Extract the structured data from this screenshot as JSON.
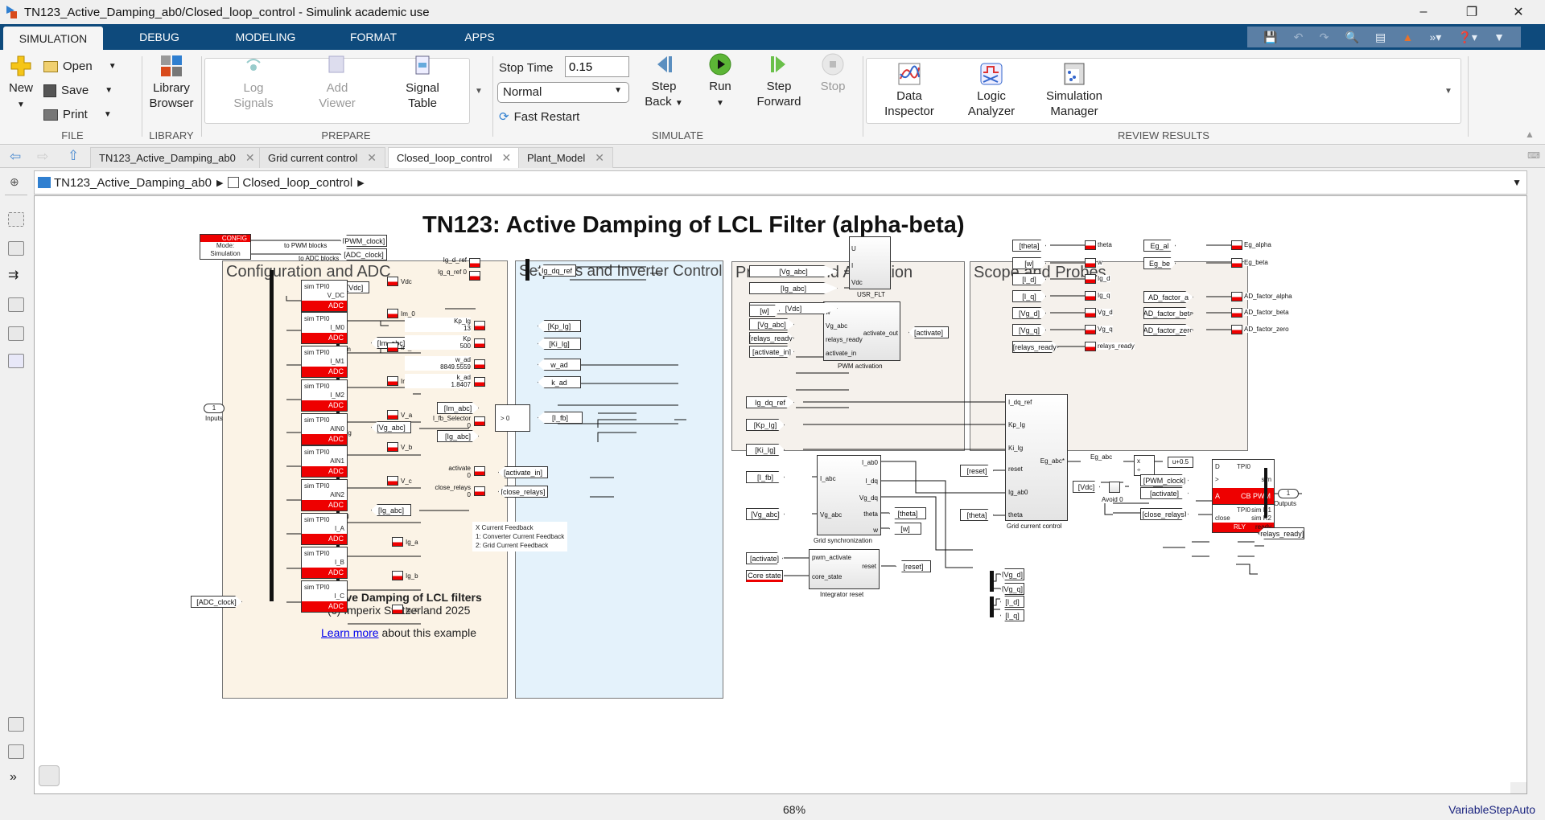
{
  "window": {
    "title": "TN123_Active_Damping_ab0/Closed_loop_control - Simulink academic use",
    "controls": [
      "minimize",
      "restore",
      "close"
    ]
  },
  "ribbon_tabs": [
    {
      "label": "SIMULATION",
      "active": true
    },
    {
      "label": "DEBUG"
    },
    {
      "label": "MODELING"
    },
    {
      "label": "FORMAT"
    },
    {
      "label": "APPS"
    }
  ],
  "quick_access": [
    "save-icon",
    "undo-icon",
    "redo-icon",
    "search-icon",
    "find-icon",
    "matlab-icon",
    "shortcuts-icon",
    "help-icon",
    "minimize-ribbon-icon"
  ],
  "ribbon": {
    "file": {
      "group_label": "FILE",
      "new": "New",
      "open": "Open",
      "save": "Save",
      "print": "Print"
    },
    "library": {
      "group_label": "LIBRARY",
      "browser_line1": "Library",
      "browser_line2": "Browser"
    },
    "prepare": {
      "group_label": "PREPARE",
      "log1": "Log",
      "log2": "Signals",
      "add1": "Add",
      "add2": "Viewer",
      "sig1": "Signal",
      "sig2": "Table"
    },
    "simulate": {
      "group_label": "SIMULATE",
      "stop_time_label": "Stop Time",
      "stop_time_value": "0.15",
      "mode": "Normal",
      "fast_restart": "Fast Restart",
      "step_back1": "Step",
      "step_back2": "Back",
      "run": "Run",
      "step_fwd1": "Step",
      "step_fwd2": "Forward",
      "stop": "Stop"
    },
    "review": {
      "group_label": "REVIEW RESULTS",
      "di1": "Data",
      "di2": "Inspector",
      "la1": "Logic",
      "la2": "Analyzer",
      "sm1": "Simulation",
      "sm2": "Manager"
    }
  },
  "doc_tabs": [
    {
      "label": "TN123_Active_Damping_ab0"
    },
    {
      "label": "Grid current control"
    },
    {
      "label": "Closed_loop_control",
      "active": true
    },
    {
      "label": "Plant_Model"
    }
  ],
  "breadcrumb": [
    {
      "label": "TN123_Active_Damping_ab0"
    },
    {
      "label": "Closed_loop_control"
    }
  ],
  "diagram": {
    "title": "TN123: Active Damping of LCL Filter (alpha-beta)",
    "areas": {
      "config": "Configuration and ADC",
      "setpoints": "Setpoints and Inverter Control",
      "protection": "Protection and Activation",
      "scope": "Scope and Probes"
    },
    "config_block": {
      "header": "CONFIG",
      "line1": "Mode:",
      "line2": "Simulation",
      "to_pwm": "to PWM blocks",
      "to_adc": "to ADC blocks",
      "pwm_tag": "[PWM_clock]",
      "adc_tag": "[ADC_clock]"
    },
    "inport": {
      "num": "1",
      "label": "Inputs"
    },
    "adc_clock_from": "[ADC_clock]",
    "adc_blocks": [
      {
        "top": "sim TPI0",
        "ch": "V_DC",
        "scope": "Vdc"
      },
      {
        "top": "sim TPI0",
        "ch": "I_M0",
        "scope": "Im_0"
      },
      {
        "top": "sim TPI0",
        "ch": "I_M1",
        "scope": "Im_1"
      },
      {
        "top": "sim TPI0",
        "ch": "I_M2",
        "scope": "Im_2"
      },
      {
        "top": "sim TPI0",
        "ch": "AIN0",
        "scope": "V_a"
      },
      {
        "top": "sim TPI0",
        "ch": "AIN1",
        "scope": "V_b"
      },
      {
        "top": "sim TPI0",
        "ch": "AIN2",
        "scope": "V_c"
      },
      {
        "top": "sim TPI0",
        "ch": "I_A",
        "scope": "Ig_a"
      },
      {
        "top": "sim TPI0",
        "ch": "I_B",
        "scope": "Ig_b"
      },
      {
        "top": "sim TPI0",
        "ch": "I_C",
        "scope": "Ig_c"
      }
    ],
    "adc_footer": "ADC",
    "adc_goto": {
      "vdc": "[Vdc]",
      "im": "[Im_abc]",
      "im_lbl": "Im",
      "vg": "[Vg_abc]",
      "vg_lbl": "Vg",
      "ig": "[Ig_abc]",
      "ig_lbl": "Ig"
    },
    "setpoints": {
      "ig_d_ref": {
        "name": "Ig_d_ref",
        "value": "0"
      },
      "ig_q_ref": {
        "name": "Ig_q_ref",
        "value": "0"
      },
      "ig_dq_tag": "Ig_dq_ref",
      "kp": {
        "name": "Kp_Ig",
        "value": "13",
        "tag": "[Kp_Ig]"
      },
      "ki": {
        "name": "Kp",
        "value": "500",
        "tag": "[Ki_Ig]"
      },
      "w_ad": {
        "name": "w_ad",
        "value": "8849.5559",
        "tag": "w_ad"
      },
      "k_ad": {
        "name": "k_ad",
        "value": "1.8407",
        "tag": "k_ad"
      },
      "im_from": "[Im_abc]",
      "sel": {
        "name": "I_fb_Selector",
        "value": "0"
      },
      "ig_from": "[Ig_abc]",
      "switch_label": "> 0",
      "ifb_tag": "[I_fb]",
      "activate": {
        "name": "activate",
        "value": "0",
        "tag": "[activate_in]"
      },
      "close_relays": {
        "name": "close_relays",
        "value": "0",
        "tag": "[close_relays]"
      },
      "note": [
        "X Current Feedback",
        "1: Converter Current Feedback",
        "2: Grid Current Feedback"
      ]
    },
    "protection": {
      "usr_inputs": [
        "[Vg_abc]",
        "[Ig_abc]",
        "[Vdc]"
      ],
      "usr_ports": [
        "U",
        "I",
        "Vdc"
      ],
      "usr_name": "USR_FLT",
      "pwm_inputs": [
        "[w]",
        "[Vg_abc]",
        "[relays_ready]",
        "[activate_in]"
      ],
      "pwm_ports": [
        "w",
        "Vg_abc",
        "relays_ready",
        "activate_in"
      ],
      "pwm_out": "activate_out",
      "pwm_tag": "[activate]",
      "pwm_name": "PWM activation"
    },
    "scope_probes": {
      "left": [
        {
          "from": "[theta]",
          "scope": "theta"
        },
        {
          "from": "[w]",
          "scope": "w"
        },
        {
          "from": "[I_d]",
          "scope": "Ig_d"
        },
        {
          "from": "[I_q]",
          "scope": "Ig_q"
        },
        {
          "from": "[Vg_d]",
          "scope": "Vg_d"
        },
        {
          "from": "[Vg_q]",
          "scope": "Vg_q"
        },
        {
          "from": "[relays_ready]",
          "scope": "relays_ready"
        }
      ],
      "right": [
        {
          "from": "Eg_al",
          "scope": "Eg_alpha"
        },
        {
          "from": "Eg_be",
          "scope": "Eg_beta"
        },
        {
          "from": "AD_factor_a",
          "scope": "AD_factor_alpha"
        },
        {
          "from": "AD_factor_beta",
          "scope": "AD_factor_beta"
        },
        {
          "from": "AD_factor_zero",
          "scope": "AD_factor_zero"
        }
      ]
    },
    "control": {
      "froms": [
        "Ig_dq_ref",
        "[Kp_Ig]",
        "[Ki_Ig]",
        "[I_fb]",
        "[Vg_abc]"
      ],
      "sync_in": [
        "I_abc",
        "Vg_abc"
      ],
      "sync_out": [
        "I_ab0",
        "I_dq",
        "Vg_dq",
        "theta",
        "w"
      ],
      "sync_name": "Grid synchronization",
      "sync_tags": [
        "[theta]",
        "[w]"
      ],
      "gcc_in": [
        "I_dq_ref",
        "Kp_Ig",
        "Ki_Ig",
        "reset",
        "Ig_ab0",
        "theta"
      ],
      "gcc_out": "Eg_abc*",
      "gcc_name": "Grid current control",
      "reset_from": "[reset]",
      "theta_from": "[theta]",
      "int_in_from": [
        "[activate]",
        "Core state"
      ],
      "int_ports": [
        "pwm_activate",
        "core_state"
      ],
      "int_out": "reset",
      "int_tag": "[reset]",
      "int_name": "Integrator reset",
      "demux_tags": [
        "[Vg_d]",
        "[Vg_q]",
        "[I_d]",
        "[I_q]"
      ],
      "eg_label": "Eg_abc",
      "vdc_from": "[Vdc]",
      "avoid_label": "Avoid 0",
      "prod_ports": [
        "x",
        "÷"
      ],
      "bias": "u+0.5",
      "pwm_clock_from": "[PWM_clock]",
      "activate_from": "[activate]",
      "close_relays_from": "[close_relays]",
      "cbpwm": {
        "title": "TPI0",
        "ports_in": [
          "D",
          ">",
          "A"
        ],
        "out": "sim",
        "footer": "CB PWM"
      },
      "rly": {
        "title": "TPI0",
        "in": "close",
        "out": [
          "sim R1",
          "sim R2",
          "ready"
        ],
        "footer": "RLY"
      },
      "relays_ready_tag": "[relays_ready]",
      "outport": {
        "num": "1",
        "label": "Outputs"
      }
    },
    "footer": {
      "title": "Active Damping of LCL filters",
      "copyright": "(c) Imperix Switzerland 2025",
      "link": "Learn more",
      "link_rest": " about this example"
    }
  },
  "status": {
    "zoom": "68%",
    "solver": "VariableStepAuto"
  },
  "colors": {
    "ribbon_tab_bg": "#0e4a7c",
    "imperix_red": "#e00000",
    "config_area": "#fbf3e6",
    "setpoint_area": "#e4f2fb",
    "protection_area": "#f5f1ec",
    "link": "#0000ee",
    "status_text": "#1a237e"
  }
}
